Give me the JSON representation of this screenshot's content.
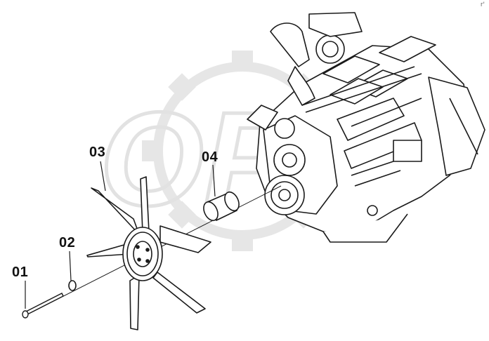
{
  "callouts": [
    {
      "id": "01",
      "label": "01"
    },
    {
      "id": "02",
      "label": "02"
    },
    {
      "id": "03",
      "label": "03"
    },
    {
      "id": "04",
      "label": "04"
    }
  ],
  "watermark": {
    "text": "OPK"
  },
  "corner_mark": "r'"
}
